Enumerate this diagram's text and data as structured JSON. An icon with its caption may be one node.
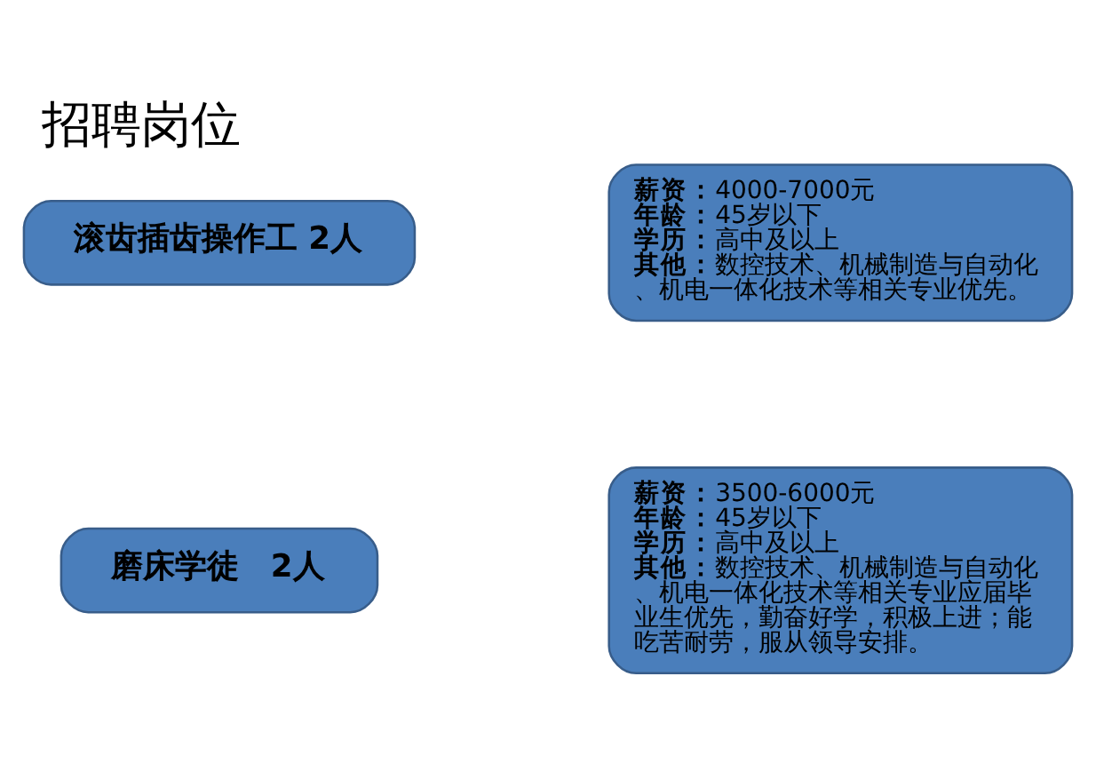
{
  "diagram": {
    "title": "招聘岗位",
    "nodes": [
      {
        "text": [
          "磨床学徒　2人"
        ]
      },
      {
        "text": [
          "**薪资：**3500-6000元",
          "**年龄：**45岁以下",
          "**学历：**高中及以上",
          "**其他：**数控技术、机械制造与自动化、机电一体化技术等相关专业应届毕业生优先，勤奋好学，积极上进；能吃苦耐劳，服从领导安排。"
        ]
      },
      {
        "text": [
          "滚齿插齿操作工 2人"
        ]
      },
      {
        "text": [
          "**薪资：**4000-7000元",
          "**年龄：**45岁以下",
          "**学历：**高中及以上",
          "**其他：**数控技术、机械制造与自动化、机电一体化技术等相关专业优先。"
        ]
      }
    ],
    "edges": []
  }
}
